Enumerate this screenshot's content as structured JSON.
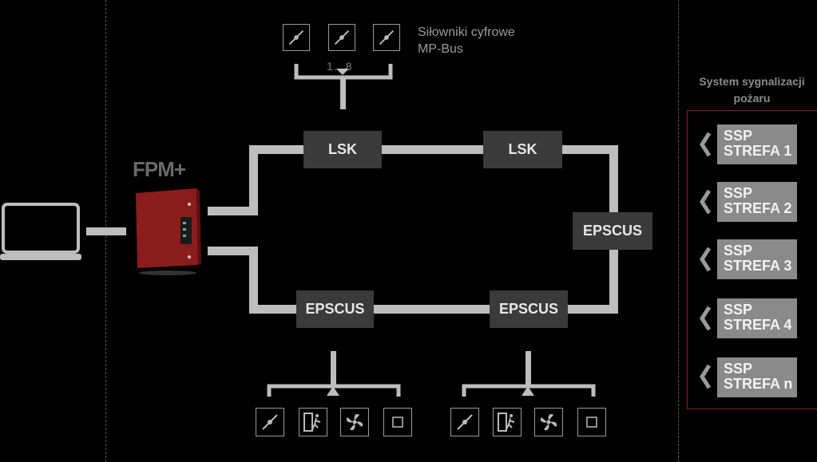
{
  "logo": {
    "text": "FPM+"
  },
  "actuators": {
    "label_line1": "Siłowniki cyfrowe",
    "label_line2": "MP-Bus",
    "range": "1…8"
  },
  "nodes": {
    "lsk_left": "LSK",
    "lsk_right": "LSK",
    "epscus_right": "EPSCUS",
    "epscus_bottom_left": "EPSCUS",
    "epscus_bottom_right": "EPSCUS"
  },
  "fire_system": {
    "title_line1": "System sygnalizacji",
    "title_line2": "pożaru",
    "zones": [
      {
        "line1": "SSP",
        "line2": "STREFA 1"
      },
      {
        "line1": "SSP",
        "line2": "STREFA 2"
      },
      {
        "line1": "SSP",
        "line2": "STREFA 3"
      },
      {
        "line1": "SSP",
        "line2": "STREFA 4"
      },
      {
        "line1": "SSP",
        "line2": "STREFA n"
      }
    ]
  },
  "colors": {
    "accent_red": "#8b1c1c",
    "box": "#3a3a3a",
    "pipe": "#bdbdbd",
    "zone": "#8a8a8a"
  }
}
